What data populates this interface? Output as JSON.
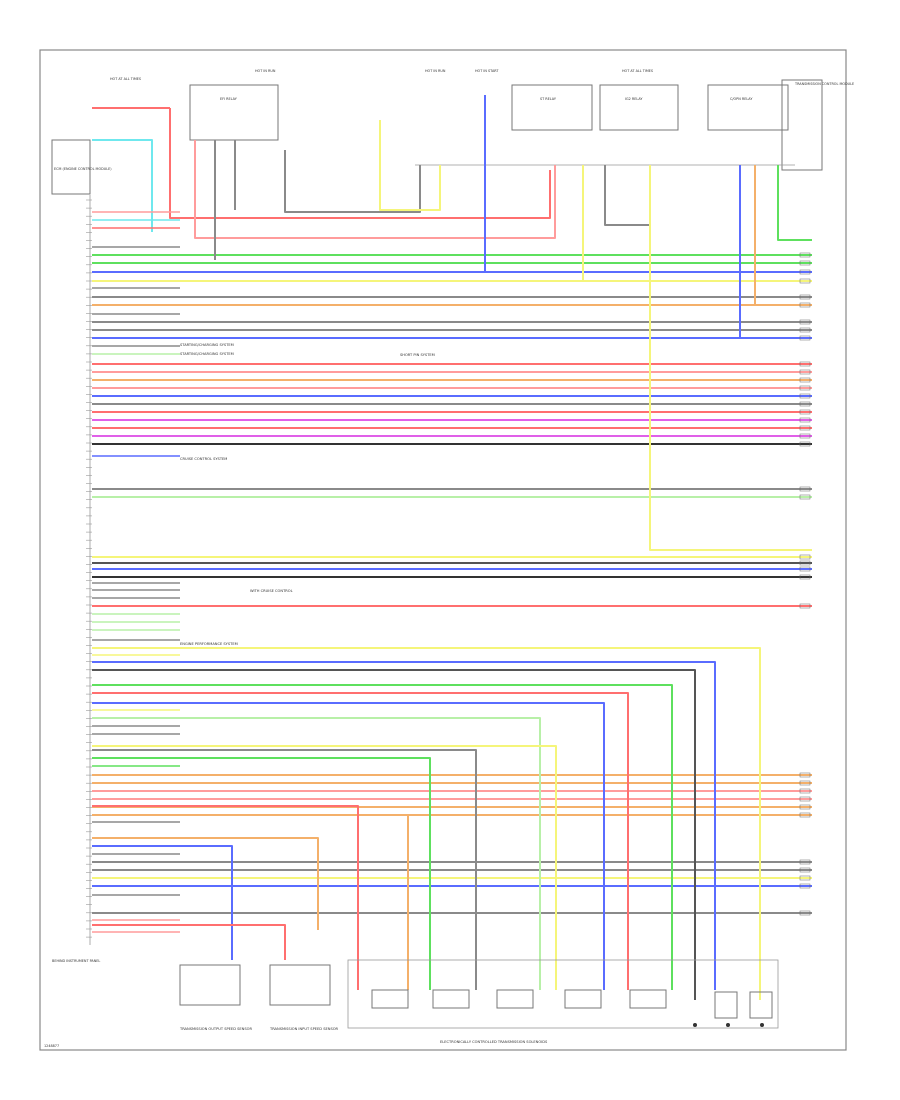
{
  "diagram": {
    "footer_code": "1248877",
    "ecm_label": "ECM (ENGINE CONTROL MODULE)",
    "ecm_location": "BEHIND INSTRUMENT PANEL",
    "top_labels": [
      {
        "id": "t1",
        "text": "HOT AT ALL TIMES"
      },
      {
        "id": "t2",
        "text": "HOT IN RUN"
      },
      {
        "id": "t3",
        "text": "HOT IN RUN"
      },
      {
        "id": "t4",
        "text": "HOT IN START"
      },
      {
        "id": "t5",
        "text": "HOT AT ALL TIMES"
      },
      {
        "id": "t6",
        "text": "TRANSMISSION CONTROL MODULE"
      }
    ],
    "relay_labels": [
      {
        "id": "r1",
        "text": "EFI RELAY"
      },
      {
        "id": "r2",
        "text": "ST RELAY"
      },
      {
        "id": "r3",
        "text": "IG2 RELAY"
      },
      {
        "id": "r4",
        "text": "C/OPN RELAY"
      }
    ],
    "notes": [
      {
        "id": "n1",
        "text": "SHORT PIN SYSTEM"
      },
      {
        "id": "n2",
        "text": "STARTING/CHARGING SYSTEM"
      },
      {
        "id": "n3",
        "text": "STARTING/CHARGING SYSTEM"
      },
      {
        "id": "n4",
        "text": "CRUISE CONTROL SYSTEM"
      },
      {
        "id": "n5",
        "text": "WITH CRUISE CONTROL"
      },
      {
        "id": "n6",
        "text": "ENGINE PERFORMANCE SYSTEM"
      }
    ],
    "bottom_labels": [
      {
        "id": "b1",
        "text": "TRANSMISSION OUTPUT SPEED SENSOR"
      },
      {
        "id": "b2",
        "text": "TRANSMISSION INPUT SPEED SENSOR"
      },
      {
        "id": "b3",
        "text": "ELECTRONICALLY CONTROLLED TRANSMISSION SOLENOIDS"
      }
    ]
  },
  "wire_colors": {
    "red": "#ff6f6f",
    "pink": "#ff9c9c",
    "green": "#5ee05e",
    "lightgreen": "#b8f0a8",
    "blue": "#5a6cff",
    "yellow": "#f5f57a",
    "orange": "#f4b06a",
    "cyan": "#6fe8ee",
    "magenta": "#e060e8",
    "gray": "#8a8a8a",
    "darkgray": "#555555",
    "black": "#333333",
    "violet": "#a98cff"
  }
}
